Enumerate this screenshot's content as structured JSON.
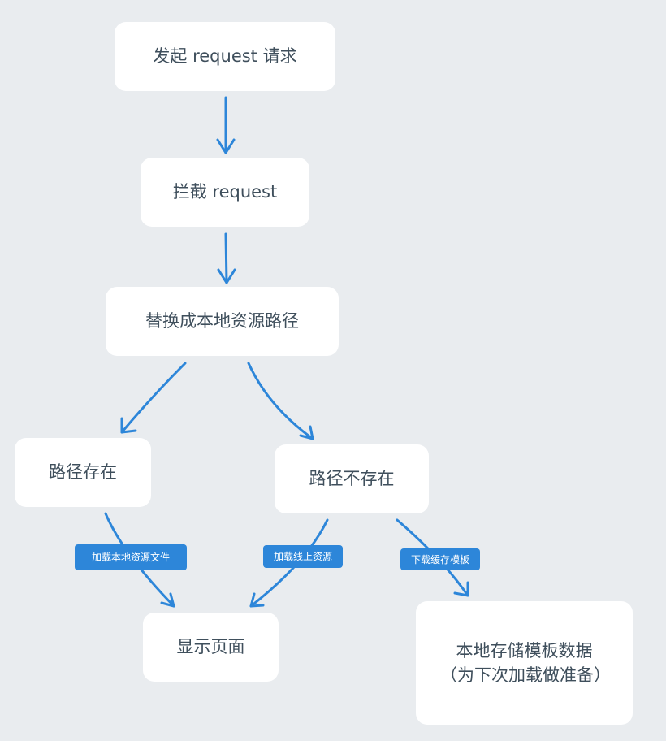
{
  "nodes": {
    "send_request": "发起 request 请求",
    "intercept_request": "拦截 request",
    "replace_local_path": "替换成本地资源路径",
    "path_exists": "路径存在",
    "path_not_exists": "路径不存在",
    "show_page": "显示页面",
    "store_template": "本地存储模板数据（为下次加载做准备）"
  },
  "edge_labels": {
    "load_local": "加载本地资源文件",
    "load_online": "加载线上资源",
    "download_cache": "下载缓存模板"
  },
  "colors": {
    "background": "#e9ecef",
    "node_fill": "#ffffff",
    "node_text": "#3f4f5c",
    "edge": "#2d86d9",
    "label_fill": "#2d86d9",
    "label_text": "#ffffff"
  }
}
